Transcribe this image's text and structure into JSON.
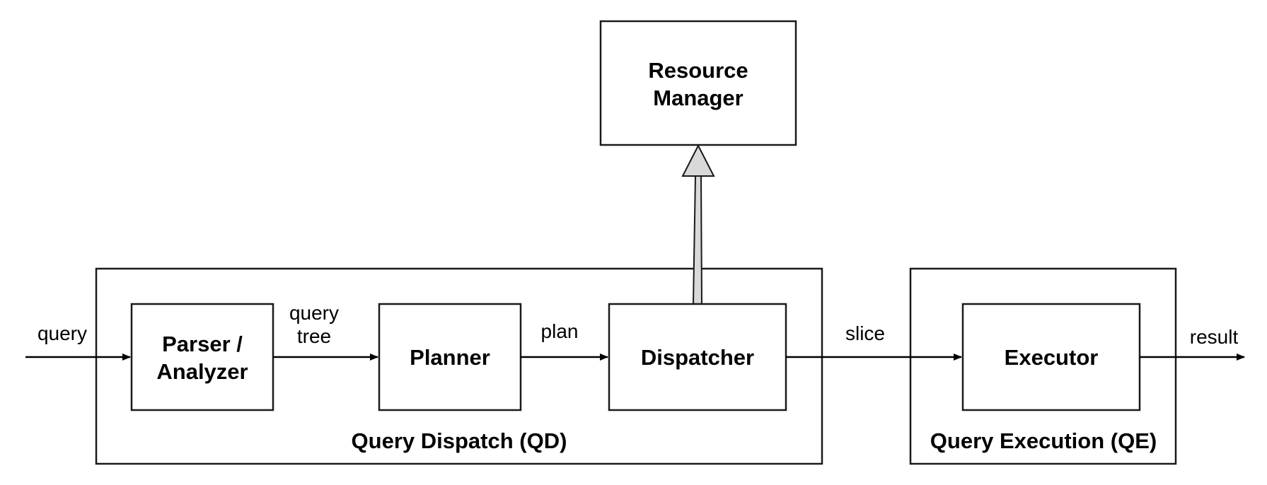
{
  "groups": {
    "qd": {
      "label": "Query Dispatch (QD)"
    },
    "qe": {
      "label": "Query Execution (QE)"
    }
  },
  "nodes": {
    "resource_manager": {
      "line1": "Resource",
      "line2": "Manager"
    },
    "parser": {
      "line1": "Parser /",
      "line2": "Analyzer"
    },
    "planner": {
      "label": "Planner"
    },
    "dispatcher": {
      "label": "Dispatcher"
    },
    "executor": {
      "label": "Executor"
    }
  },
  "edges": {
    "query": {
      "label": "query"
    },
    "query_tree": {
      "line1": "query",
      "line2": "tree"
    },
    "plan": {
      "label": "plan"
    },
    "slice": {
      "label": "slice"
    },
    "result": {
      "label": "result"
    }
  },
  "colors": {
    "stroke": "#1a1a1a",
    "big_arrow_fill": "#d9d9d9"
  }
}
